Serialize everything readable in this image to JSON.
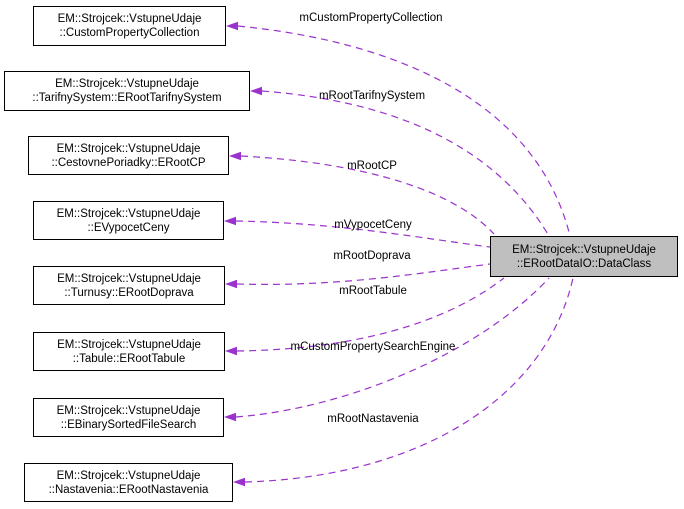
{
  "diagram": {
    "kind": "collaboration-graph",
    "central_node": {
      "line1": "EM::Strojcek::VstupneUdaje",
      "line2": "::ERootDataIO::DataClass"
    },
    "nodes": [
      {
        "line1": "EM::Strojcek::VstupneUdaje",
        "line2": "::CustomPropertyCollection"
      },
      {
        "line1": "EM::Strojcek::VstupneUdaje",
        "line2": "::TarifnySystem::ERootTarifnySystem"
      },
      {
        "line1": "EM::Strojcek::VstupneUdaje",
        "line2": "::CestovnePoriadky::ERootCP"
      },
      {
        "line1": "EM::Strojcek::VstupneUdaje",
        "line2": "::EVypocetCeny"
      },
      {
        "line1": "EM::Strojcek::VstupneUdaje",
        "line2": "::Turnusy::ERootDoprava"
      },
      {
        "line1": "EM::Strojcek::VstupneUdaje",
        "line2": "::Tabule::ERootTabule"
      },
      {
        "line1": "EM::Strojcek::VstupneUdaje",
        "line2": "::EBinarySortedFileSearch"
      },
      {
        "line1": "EM::Strojcek::VstupneUdaje",
        "line2": "::Nastavenia::ERootNastavenia"
      }
    ],
    "edge_labels": [
      "mCustomPropertyCollection",
      "mRootTarifnySystem",
      "mRootCP",
      "mVypocetCeny",
      "mRootDoprava",
      "mRootTabule",
      "mCustomPropertySearchEngine",
      "mRootNastavenia"
    ],
    "colors": {
      "edge": "#9a32cd",
      "node_border": "#000000",
      "node_fill": "#ffffff",
      "central_fill": "#bfbfbf",
      "text": "#000000",
      "background": "#ffffff"
    }
  }
}
